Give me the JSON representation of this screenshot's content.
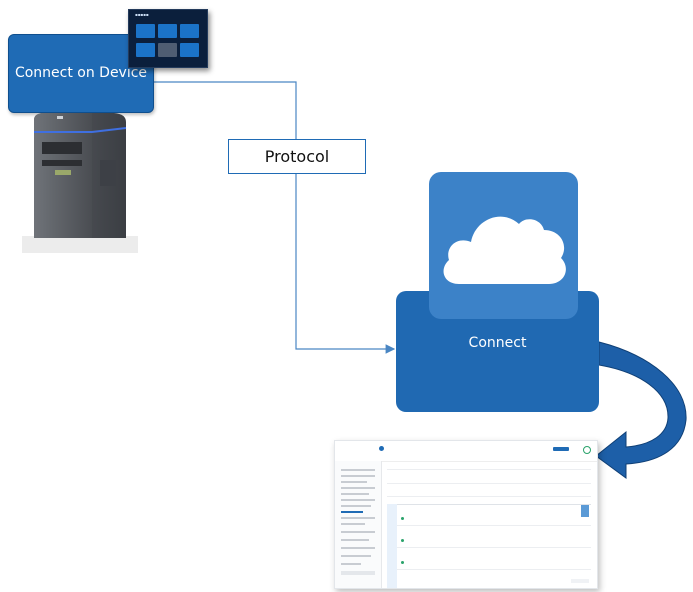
{
  "diagram": {
    "device_label": "Connect on Device",
    "protocol_label": "Protocol",
    "connect_label": "Connect"
  },
  "colors": {
    "primary_blue": "#1f6bb5",
    "cloud_tile": "#3c82c8",
    "connector_line": "#4a86c3"
  },
  "icons": {
    "cloud": "cloud-icon",
    "terminal": "device-terminal-illustration",
    "web_app": "web-app-screenshot"
  }
}
